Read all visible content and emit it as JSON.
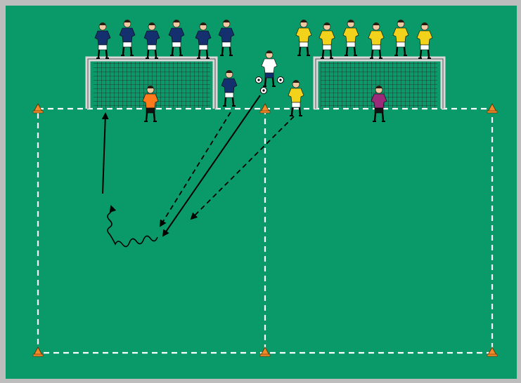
{
  "drill": {
    "pitch_color": "#0a9a6a",
    "pitch_border_color": "#bdbdbd",
    "line_color": "#ffffff",
    "arrow_color": "#000000",
    "cone_color": "#f08a2a",
    "blue_team": {
      "shirt": "#14306f",
      "shorts": "#ffffff",
      "count_waiting": 6
    },
    "yellow_team": {
      "shirt": "#f2d21b",
      "shorts": "#ffffff",
      "count_waiting": 6
    },
    "goalkeeper_left_color": "#ff7a1a",
    "goalkeeper_right_color": "#9b2a7a",
    "coach_shirt": "#ffffff",
    "icons": [
      "goal-icon",
      "cone-icon",
      "player-icon",
      "goalkeeper-icon",
      "ball-icon",
      "coach-icon"
    ],
    "arrows": [
      "pass-arrow-dashed",
      "shot-arrow-solid",
      "dribble-arrow-wavy"
    ]
  }
}
